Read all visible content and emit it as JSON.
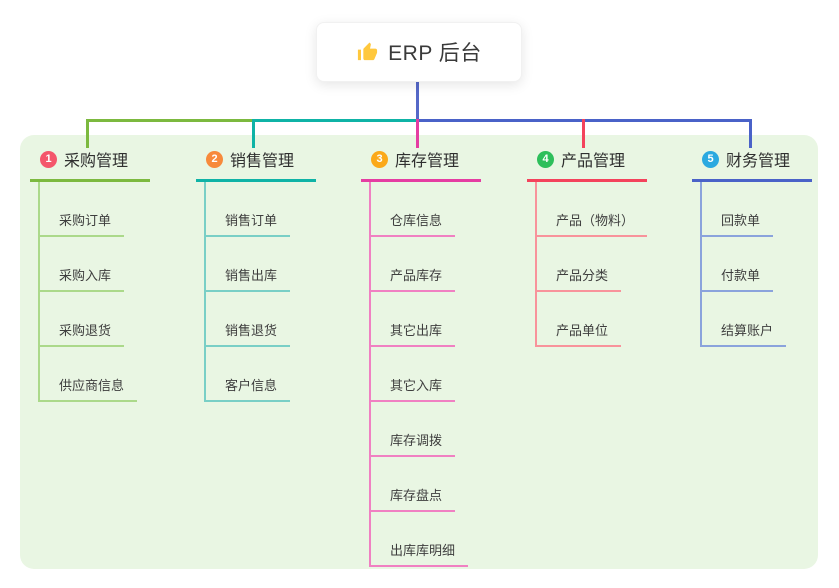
{
  "root": {
    "title": "ERP 后台",
    "icon": "thumbs-up",
    "icon_color": "#FFC83D",
    "connector_color": "#5568C8"
  },
  "panel": {
    "background": "#E9F6E3"
  },
  "branches": [
    {
      "index": "1",
      "label": "采购管理",
      "badge_color": "#F4566B",
      "line_color": "#7CB93F",
      "child_line_color": "#ABD98A",
      "children": [
        "采购订单",
        "采购入库",
        "采购退货",
        "供应商信息"
      ]
    },
    {
      "index": "2",
      "label": "销售管理",
      "badge_color": "#F78A3B",
      "line_color": "#0FB3A6",
      "child_line_color": "#79CFC6",
      "children": [
        "销售订单",
        "销售出库",
        "销售退货",
        "客户信息"
      ]
    },
    {
      "index": "3",
      "label": "库存管理",
      "badge_color": "#FBA919",
      "line_color": "#E53DA2",
      "child_line_color": "#F080C2",
      "children": [
        "仓库信息",
        "产品库存",
        "其它出库",
        "其它入库",
        "库存调拨",
        "库存盘点",
        "出库库明细"
      ]
    },
    {
      "index": "4",
      "label": "产品管理",
      "badge_color": "#2EBF5B",
      "line_color": "#F4435C",
      "child_line_color": "#F8939B",
      "children": [
        "产品（物料）",
        "产品分类",
        "产品单位"
      ]
    },
    {
      "index": "5",
      "label": "财务管理",
      "badge_color": "#2BA9E0",
      "line_color": "#4A62C8",
      "child_line_color": "#8BA3DC",
      "children": [
        "回款单",
        "付款单",
        "结算账户"
      ]
    }
  ]
}
